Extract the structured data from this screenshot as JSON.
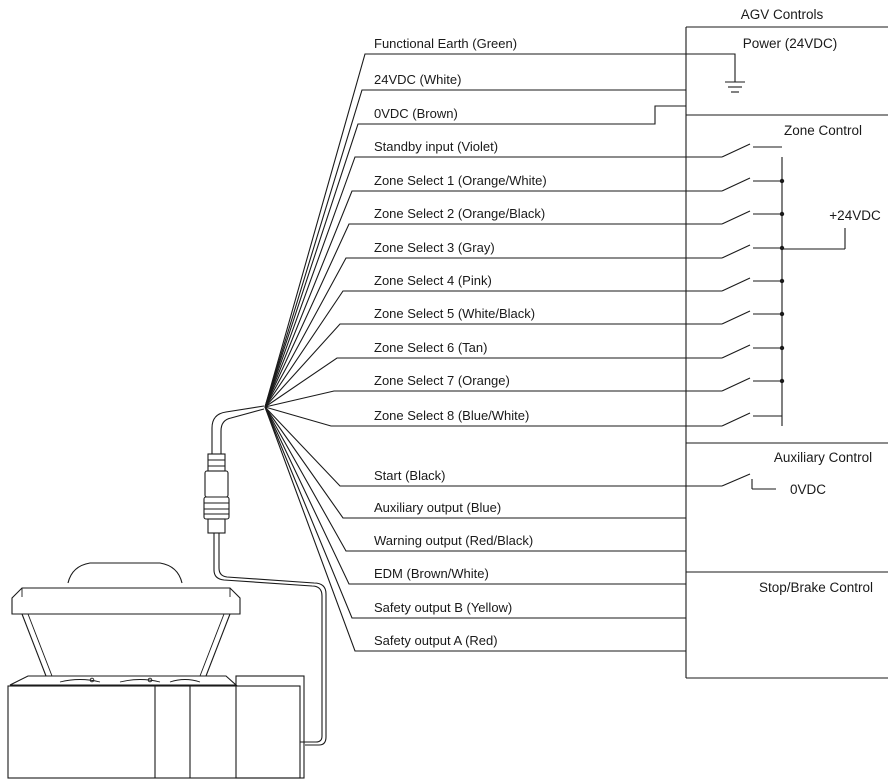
{
  "title": "AGV Controls",
  "sections": {
    "power": "Power (24VDC)",
    "zone": "Zone Control",
    "aux": "Auxiliary Control",
    "stop": "Stop/Brake Control"
  },
  "supply_labels": {
    "plus24": "+24VDC",
    "zero": "0VDC"
  },
  "wires": [
    "Functional Earth (Green)",
    "24VDC (White)",
    "0VDC (Brown)",
    "Standby input (Violet)",
    "Zone Select 1 (Orange/White)",
    "Zone Select 2 (Orange/Black)",
    "Zone Select 3 (Gray)",
    "Zone Select 4 (Pink)",
    "Zone Select 5 (White/Black)",
    "Zone Select 6 (Tan)",
    "Zone Select 7 (Orange)",
    "Zone Select 8 (Blue/White)",
    "Start (Black)",
    "Auxiliary output (Blue)",
    "Warning output (Red/Black)",
    "EDM (Brown/White)",
    "Safety output B (Yellow)",
    "Safety output A (Red)"
  ]
}
